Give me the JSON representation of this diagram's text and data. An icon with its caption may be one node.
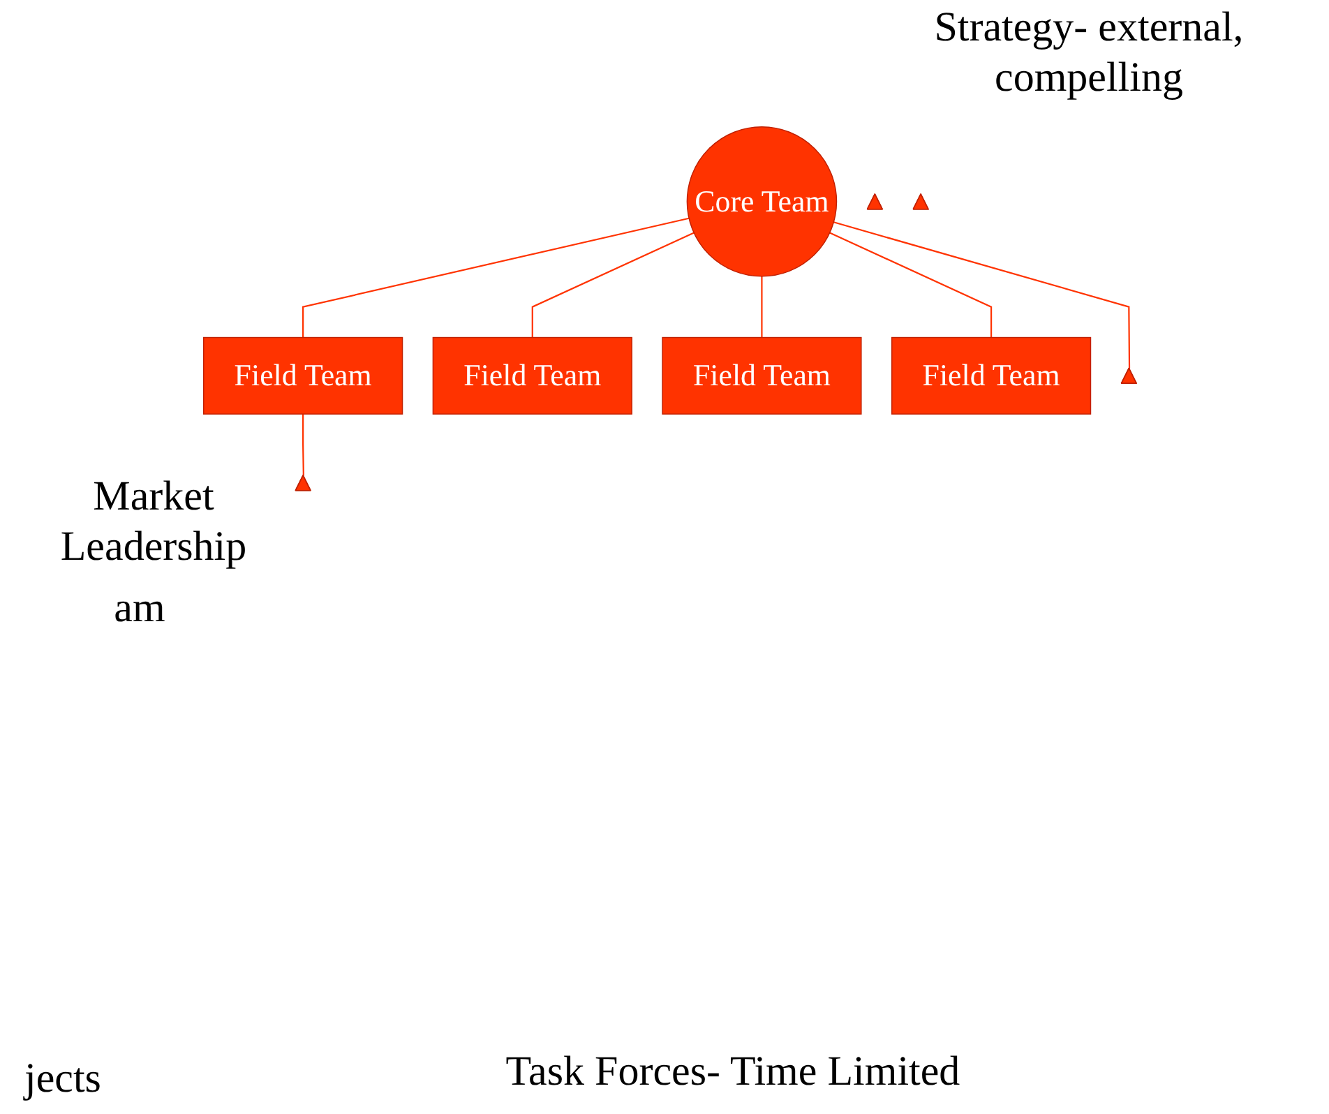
{
  "diagram": {
    "nodes": [
      {
        "text": [
          "Core Team"
        ]
      },
      {
        "text": [
          "Field Team"
        ]
      },
      {
        "text": [
          "Field Team"
        ]
      },
      {
        "text": [
          "Field Team"
        ]
      },
      {
        "text": [
          "Field Team"
        ]
      },
      {
        "text": [],
        "shape": "triangle"
      },
      {
        "text": [],
        "shape": "triangle"
      },
      {
        "text": [],
        "shape": "triangle"
      },
      {
        "text": [],
        "shape": "triangle"
      }
    ],
    "edges": [
      {
        "from": 0,
        "to": 1,
        "arrow": "none"
      },
      {
        "from": 0,
        "to": 2,
        "arrow": "none"
      },
      {
        "from": 0,
        "to": 7,
        "arrow": "none"
      },
      {
        "from": 0,
        "to": 3,
        "arrow": "none"
      },
      {
        "from": 0,
        "to": 4,
        "arrow": "none"
      },
      {
        "from": 1,
        "to": 6,
        "arrow": "none"
      }
    ],
    "labels": [
      "Strategy- external, compelling",
      "Market Leadership",
      "am",
      "jects",
      "Task Forces- Time Limited"
    ]
  }
}
